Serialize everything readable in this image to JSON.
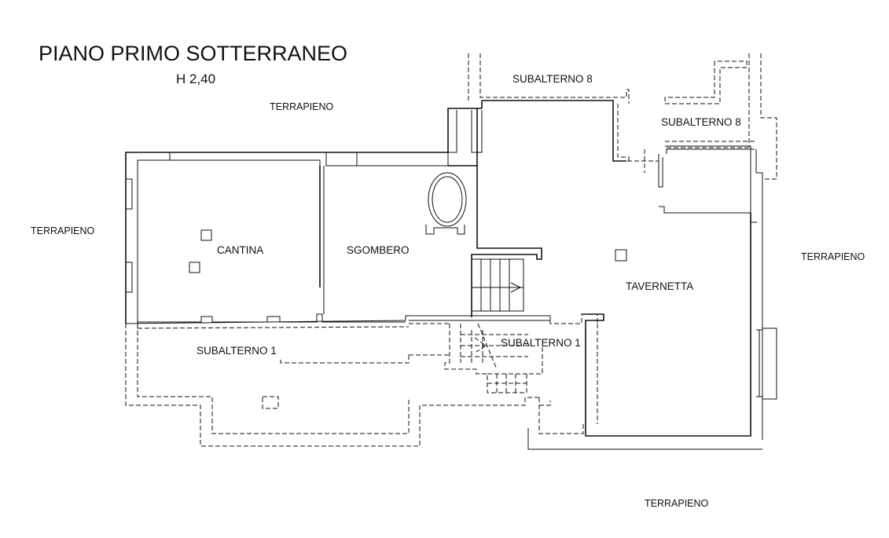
{
  "title": "PIANO PRIMO SOTTERRANEO",
  "height_note": "H 2,40",
  "surroundings": {
    "top": "TERRAPIENO",
    "left": "TERRAPIENO",
    "right": "TERRAPIENO",
    "bottom": "TERRAPIENO"
  },
  "rooms": {
    "cantina": "CANTINA",
    "sgombero": "SGOMBERO",
    "tavernetta": "TAVERNETTA"
  },
  "neighbors": {
    "subalterno8_top": "SUBALTERNO 8",
    "subalterno8_right": "SUBALTERNO 8",
    "subalterno1_left": "SUBALTERNO 1",
    "subalterno1_stair": "SUBALTERNO 1"
  }
}
